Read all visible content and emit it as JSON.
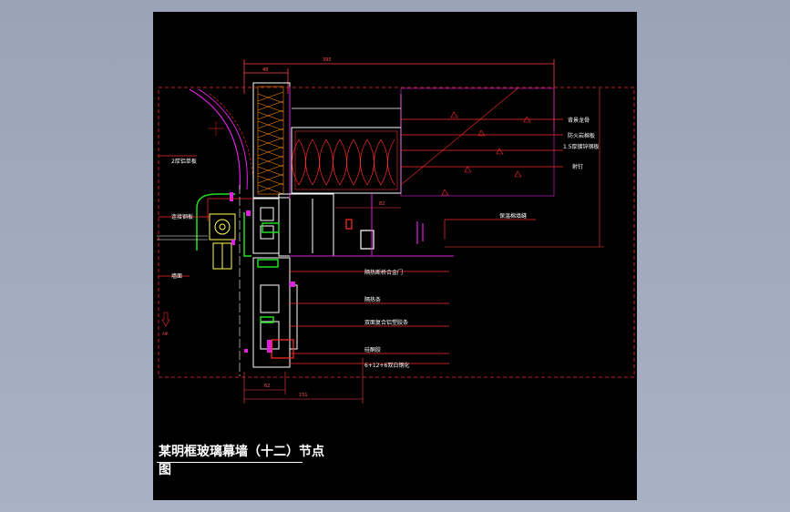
{
  "drawing": {
    "dimensions": {
      "top_total": "395",
      "top_segment": "48",
      "inner_width": "82",
      "bottom_small": "62",
      "bottom_total": "151"
    },
    "labels": {
      "label_keel": "背景龙骨",
      "label_fireproof": "防火岩棉板",
      "label_steel": "1.5厚镀锌钢板",
      "label_nail": "射钉",
      "label_board": "2厚铝单板",
      "label_insulation": "保温棉填缝",
      "label_bracket": "连接钢板",
      "label_window": "隔热断桥合金门",
      "label_seal": "隔热条",
      "label_glass_edge": "双面复合铝塑胶条",
      "label_sealant": "硅酮胶",
      "label_glass": "6+12+6双白钢化",
      "label_wall": "墙面",
      "label_air": "AIR"
    },
    "colors": {
      "line_white": "#ffffff",
      "line_red": "#ff2a2a",
      "line_magenta": "#e020e0",
      "line_green": "#22dd22",
      "line_yellow": "#ffff55",
      "hatch_orange": "#ff8800",
      "dimension": "#ff4040"
    }
  },
  "title": {
    "line1": "某明框玻璃幕墙（十二）节点",
    "line2": "图"
  }
}
